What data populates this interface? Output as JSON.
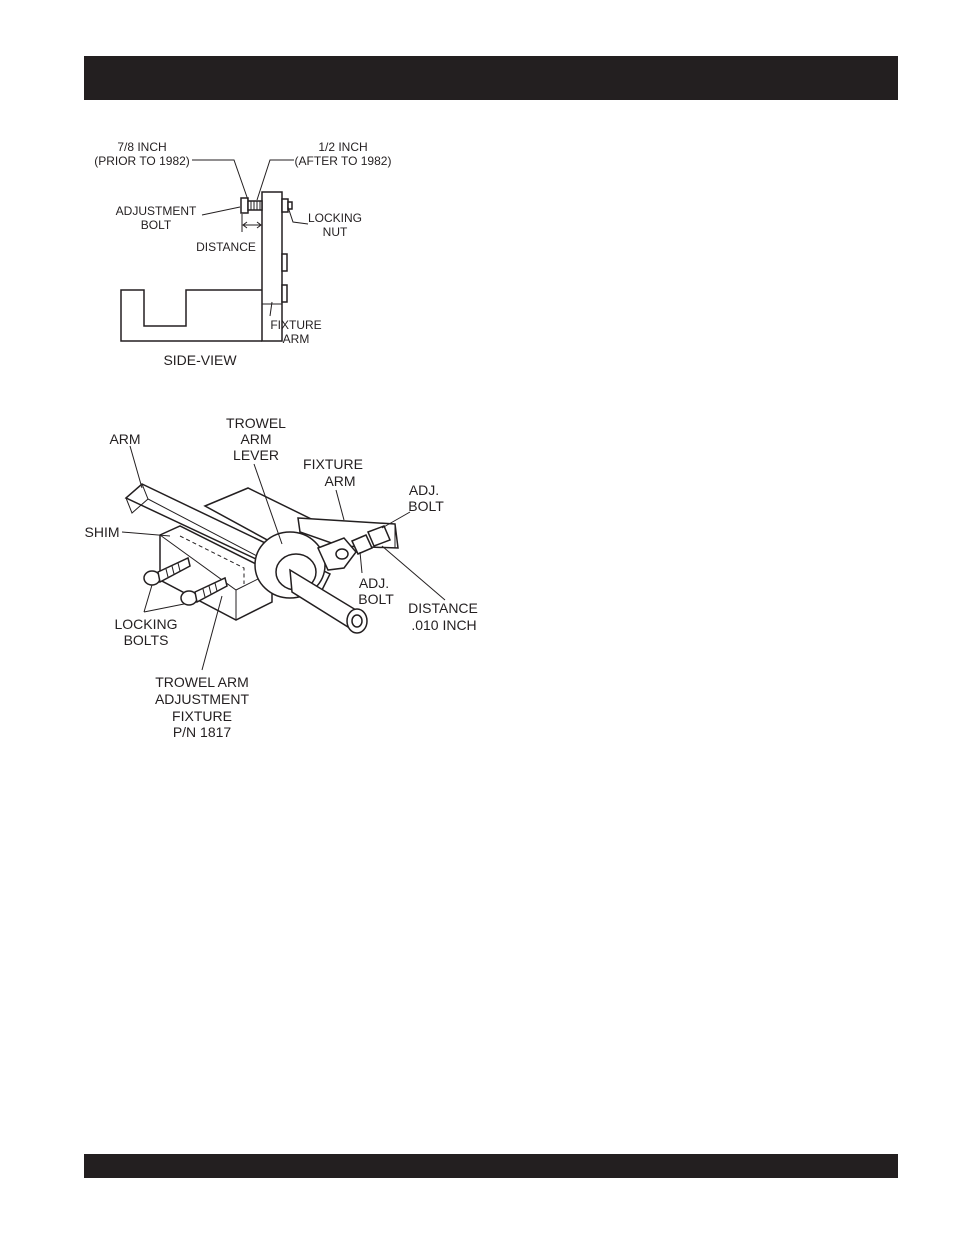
{
  "side_view": {
    "label_78_inch": "7/8 INCH",
    "label_prior_1982": "(PRIOR TO 1982)",
    "label_12_inch": "1/2 INCH",
    "label_after_1982": "(AFTER TO 1982)",
    "label_adjustment": "ADJUSTMENT",
    "label_bolt": "BOLT",
    "label_locking": "LOCKING",
    "label_nut": "NUT",
    "label_distance": "DISTANCE",
    "label_fixture": "FIXTURE",
    "label_arm": "ARM",
    "caption": "SIDE-VIEW"
  },
  "iso_view": {
    "label_arm": "ARM",
    "label_trowel": "TROWEL",
    "label_arm2": "ARM",
    "label_lever": "LEVER",
    "label_fixture": "FIXTURE",
    "label_fixture_arm": "ARM",
    "label_adj_top": "ADJ.",
    "label_bolt_top": "BOLT",
    "label_shim": "SHIM",
    "label_adj_mid": "ADJ.",
    "label_bolt_mid": "BOLT",
    "label_distance": "DISTANCE",
    "label_010_inch": ".010 INCH",
    "label_locking": "LOCKING",
    "label_bolts": "BOLTS",
    "label_trowel_arm": "TROWEL ARM",
    "label_adjustment": "ADJUSTMENT",
    "label_fixture2": "FIXTURE",
    "label_pn": "P/N 1817"
  }
}
